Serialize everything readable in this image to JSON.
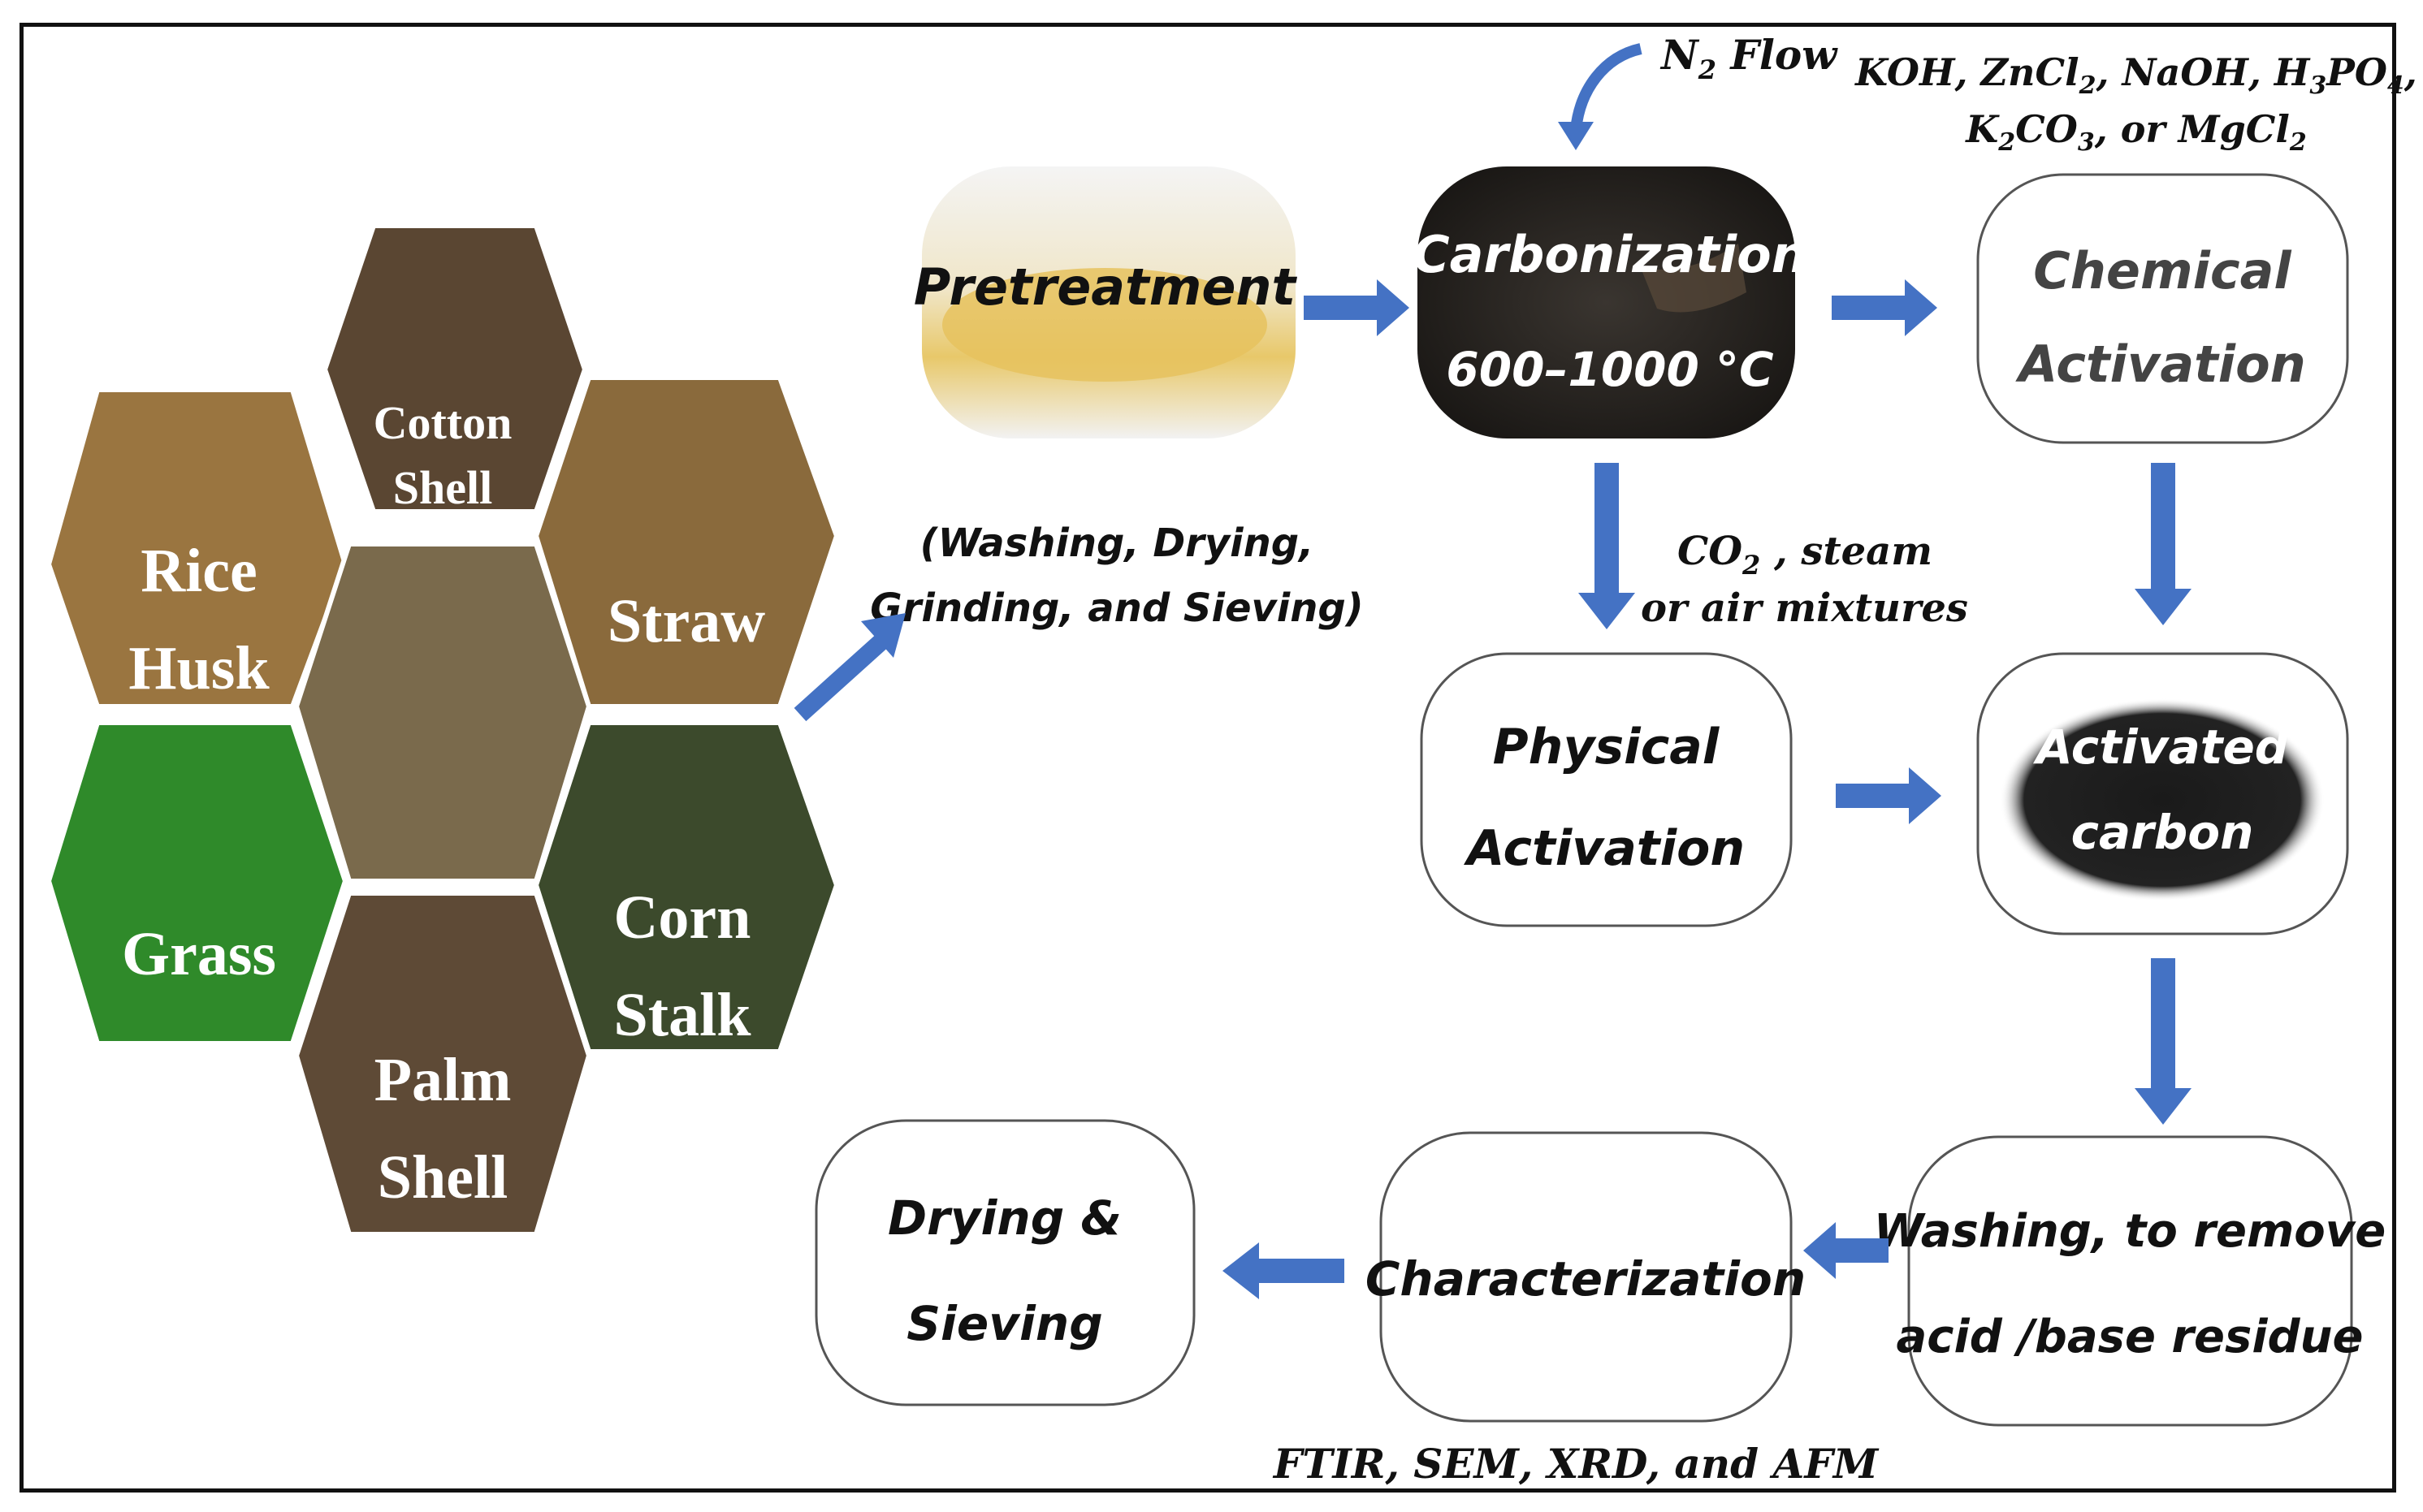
{
  "feedstocks": [
    {
      "id": "cotton-shell",
      "lines": [
        "Cotton",
        "Shell"
      ],
      "color": "#5a4632"
    },
    {
      "id": "rice-husk",
      "lines": [
        "Rice",
        "Husk"
      ],
      "color": "#9a7540"
    },
    {
      "id": "straw",
      "lines": [
        "Straw"
      ],
      "color": "#8a6a3c"
    },
    {
      "id": "pellets",
      "lines": [],
      "color": "#7a6a4c"
    },
    {
      "id": "grass",
      "lines": [
        "Grass"
      ],
      "color": "#2f8a2a"
    },
    {
      "id": "corn-stalk",
      "lines": [
        "Corn",
        "Stalk"
      ],
      "color": "#3c4a2c"
    },
    {
      "id": "palm-shell",
      "lines": [
        "Palm",
        "Shell"
      ],
      "color": "#5e4a36"
    }
  ],
  "pretreatment": {
    "label": "Pretreatment",
    "note_line1": "(Washing, Drying,",
    "note_line2": "Grinding, and Sieving)"
  },
  "carbonization": {
    "label": "Carbonization",
    "temp": "600–1000 °C"
  },
  "n2_flow": {
    "base": "N",
    "sub": "2",
    "rest": " Flow"
  },
  "chemical_agents": {
    "line1": [
      {
        "t": "KOH, ZnCl"
      },
      {
        "t": "2",
        "sub": true
      },
      {
        "t": ", NaOH, H"
      },
      {
        "t": "3",
        "sub": true
      },
      {
        "t": "PO"
      },
      {
        "t": "4",
        "sub": true
      },
      {
        "t": ","
      }
    ],
    "line2": [
      {
        "t": "K"
      },
      {
        "t": "2",
        "sub": true
      },
      {
        "t": "CO"
      },
      {
        "t": "3",
        "sub": true
      },
      {
        "t": ", or MgCl"
      },
      {
        "t": "2",
        "sub": true
      }
    ]
  },
  "chemical_activation": {
    "line1": "Chemical",
    "line2": "Activation"
  },
  "physical_gases": {
    "line1_base": "CO",
    "line1_sub": "2",
    "line1_rest": " , steam",
    "line2": "or air mixtures"
  },
  "physical_activation": {
    "line1": "Physical",
    "line2": "Activation"
  },
  "activated_carbon": {
    "line1": "Activated",
    "line2": "carbon"
  },
  "washing": {
    "line1": "Washing, to remove",
    "line2": "acid /base residue"
  },
  "characterization": {
    "label": "Characterization",
    "techniques": "FTIR, SEM, XRD, and AFM"
  },
  "drying": {
    "line1": "Drying &",
    "line2": "Sieving"
  },
  "colors": {
    "arrow": "#4472c4",
    "border": "#111111",
    "box_border": "#555555",
    "text": "#111111"
  }
}
